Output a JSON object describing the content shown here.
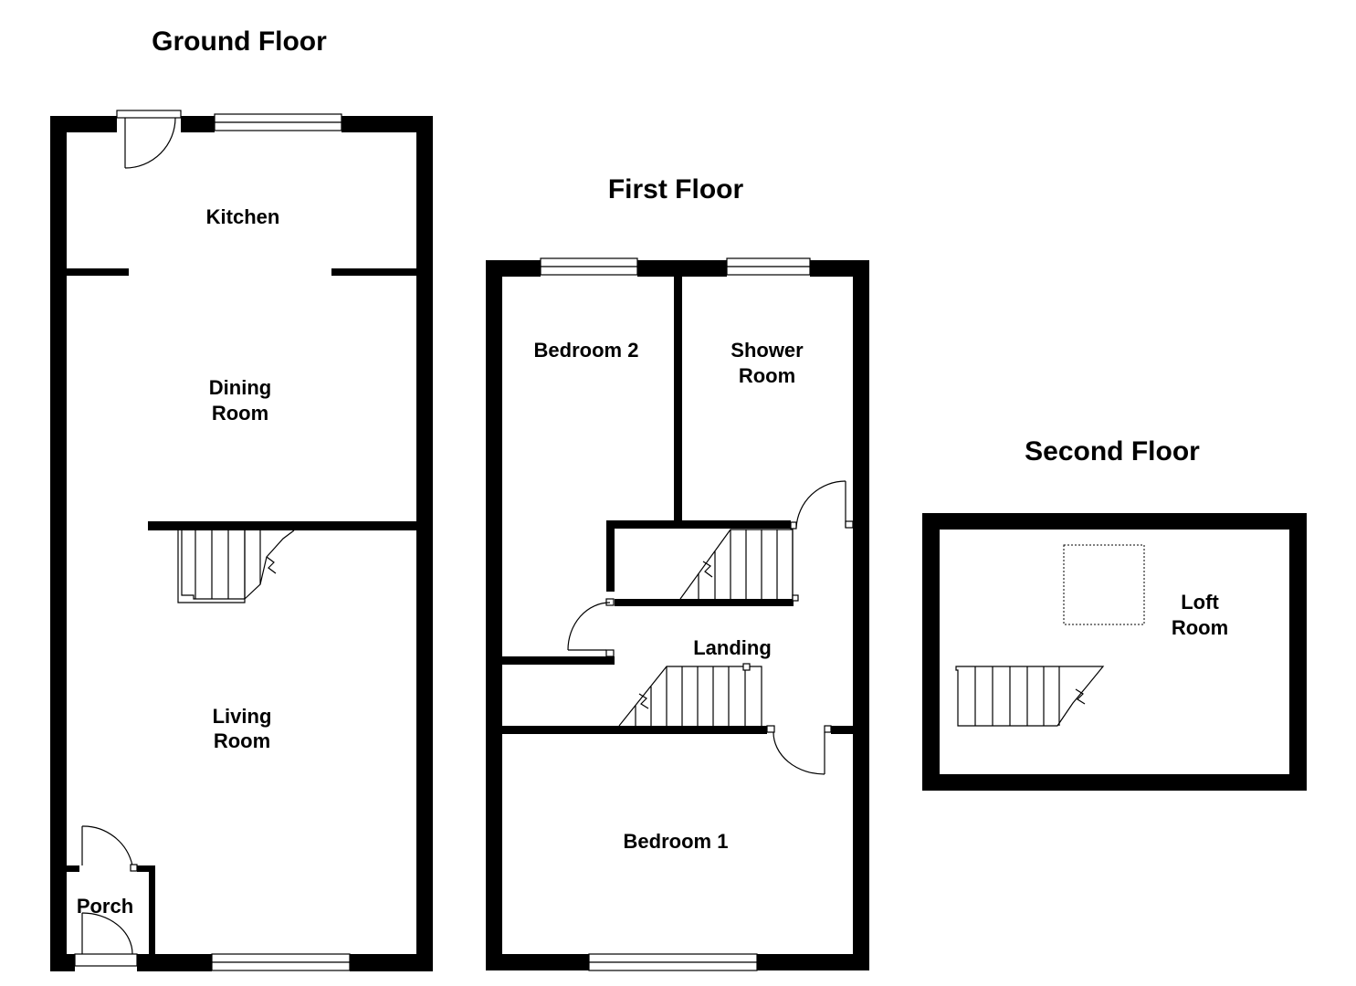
{
  "floors": {
    "ground": {
      "title": "Ground Floor",
      "rooms": {
        "kitchen": "Kitchen",
        "dining": [
          "Dining",
          "Room"
        ],
        "living": [
          "Living",
          "Room"
        ],
        "porch": "Porch"
      }
    },
    "first": {
      "title": "First Floor",
      "rooms": {
        "bedroom2": "Bedroom 2",
        "shower": [
          "Shower",
          "Room"
        ],
        "landing": "Landing",
        "bedroom1": "Bedroom 1"
      }
    },
    "second": {
      "title": "Second Floor",
      "rooms": {
        "loft": [
          "Loft",
          "Room"
        ]
      }
    }
  },
  "colors": {
    "wall": "#000000",
    "background": "#ffffff"
  }
}
